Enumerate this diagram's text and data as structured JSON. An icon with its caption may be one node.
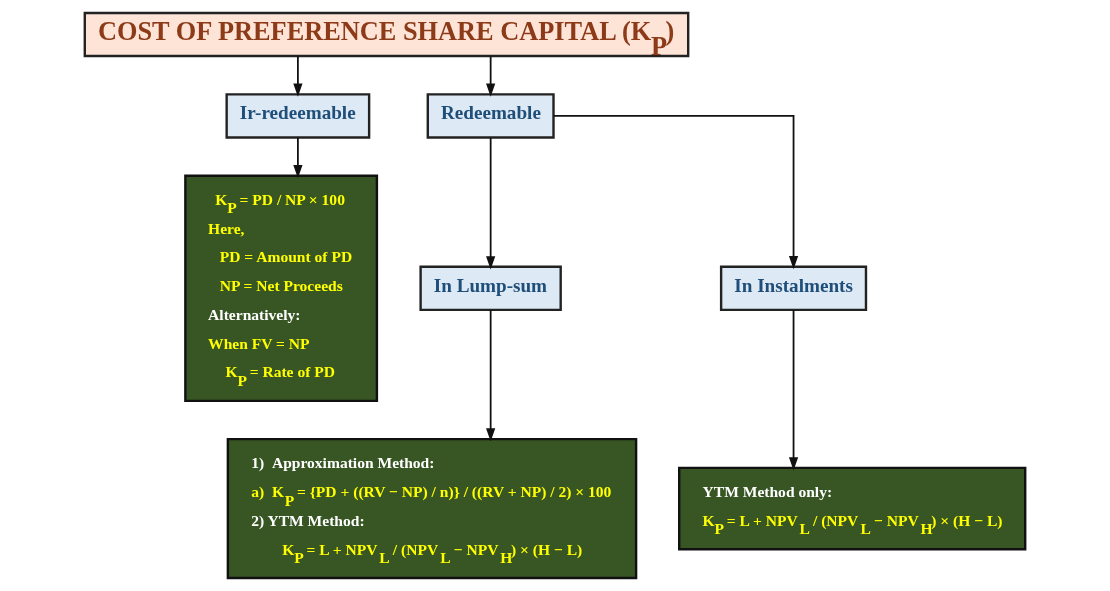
{
  "diagram": {
    "nodes": [
      {
        "text": [
          "COST OF PREFERENCE SHARE CAPITAL (K$_{P}$)"
        ]
      },
      {
        "text": [
          "Ir-redeemable"
        ]
      },
      {
        "text": [
          "Redeemable"
        ]
      },
      {
        "text": [
          "K$_{P}$ = PD / NP × 100",
          "Here,",
          "PD = Amount of PD",
          "NP = Net Proceeds",
          "Alternatively:",
          "When FV = NP",
          "K$_{P}$ = Rate of PD"
        ]
      },
      {
        "text": [
          "In Lump-sum"
        ]
      },
      {
        "text": [
          "In Instalments"
        ]
      },
      {
        "text": [
          "1)  Approximation Method:",
          "a)  K$_{P}$ = {PD + ((RV − NP) / n)} / ((RV + NP) / 2) × 100",
          "2) YTM Method:",
          "K$_{P}$ = L + NPV$_{L}$ / (NPV$_{L}$ − NPV$_{H}$) × (H − L)"
        ]
      },
      {
        "text": [
          "YTM Method only:",
          "K$_{P}$ = L + NPV$_{L}$ / (NPV$_{L}$ − NPV$_{H}$) × (H − L)"
        ]
      }
    ],
    "edges": [
      {
        "from": 0,
        "to": 1,
        "arrow": "to"
      },
      {
        "from": 0,
        "to": 2,
        "arrow": "to"
      },
      {
        "from": 1,
        "to": 3,
        "arrow": "to"
      },
      {
        "from": 2,
        "to": 4,
        "arrow": "to"
      },
      {
        "from": 2,
        "to": 5,
        "arrow": "to"
      },
      {
        "from": 4,
        "to": 6,
        "arrow": "to"
      },
      {
        "from": 5,
        "to": 7,
        "arrow": "to"
      }
    ]
  }
}
